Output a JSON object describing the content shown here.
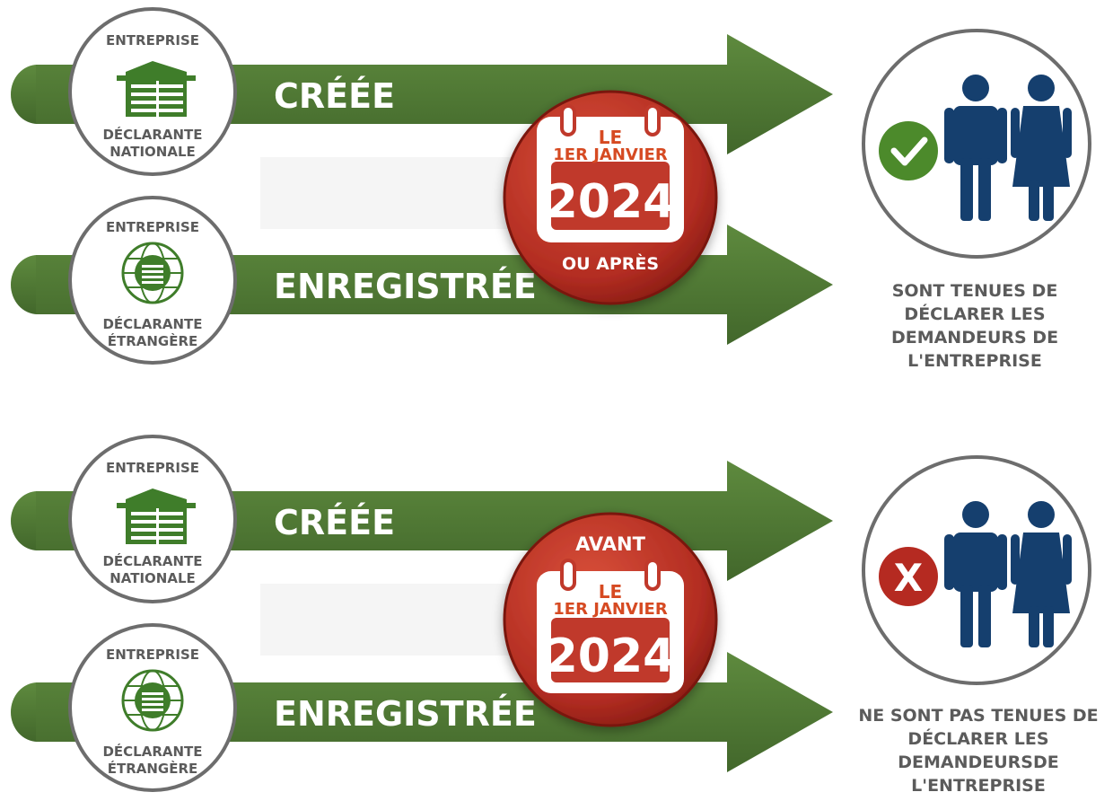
{
  "colors": {
    "arrow_green": "#507a35",
    "arrow_dark": "#3e6128",
    "icon_green": "#3f7d2a",
    "badge_red": "#c0392b",
    "badge_dark": "#8e1f16",
    "calendar_red": "#d64a22",
    "person_blue": "#153f6e",
    "check_green": "#4c8a2b",
    "cross_red": "#b52a21",
    "text_gray": "#5b5b5b",
    "ring_gray": "#6d6d6d"
  },
  "sections": [
    {
      "company_nationale": {
        "top_label": "ENTREPRISE",
        "bottom_label_1": "DÉCLARANTE",
        "bottom_label_2": "NATIONALE",
        "icon": "building-icon"
      },
      "company_etrangere": {
        "top_label": "ENTREPRISE",
        "bottom_label_1": "DÉCLARANTE",
        "bottom_label_2": "ÉTRANGÈRE",
        "icon": "globe-building-icon"
      },
      "arrow_top_label": "CRÉÉE",
      "arrow_bottom_label": "ENREGISTRÉE",
      "date_badge": {
        "prefix": "",
        "le": "LE",
        "date_line": "1ER JANVIER",
        "year": "2024",
        "suffix": "OU APRÈS",
        "icon": "calendar-icon"
      },
      "result": {
        "status": "check",
        "status_icon": "check-icon",
        "caption_lines": [
          "SONT TENUES DE",
          "DÉCLARER LES",
          "DEMANDEURS DE",
          "L'ENTREPRISE"
        ]
      }
    },
    {
      "company_nationale": {
        "top_label": "ENTREPRISE",
        "bottom_label_1": "DÉCLARANTE",
        "bottom_label_2": "NATIONALE",
        "icon": "building-icon"
      },
      "company_etrangere": {
        "top_label": "ENTREPRISE",
        "bottom_label_1": "DÉCLARANTE",
        "bottom_label_2": "ÉTRANGÈRE",
        "icon": "globe-building-icon"
      },
      "arrow_top_label": "CRÉÉE",
      "arrow_bottom_label": "ENREGISTRÉE",
      "date_badge": {
        "prefix": "AVANT",
        "le": "LE",
        "date_line": "1ER JANVIER",
        "year": "2024",
        "suffix": "",
        "icon": "calendar-icon"
      },
      "result": {
        "status": "cross",
        "status_icon": "x-mark-icon",
        "status_mark": "X",
        "caption_lines": [
          "NE SONT PAS TENUES DE",
          "DÉCLARER LES",
          "DEMANDEURSDE",
          "L'ENTREPRISE"
        ]
      }
    }
  ]
}
